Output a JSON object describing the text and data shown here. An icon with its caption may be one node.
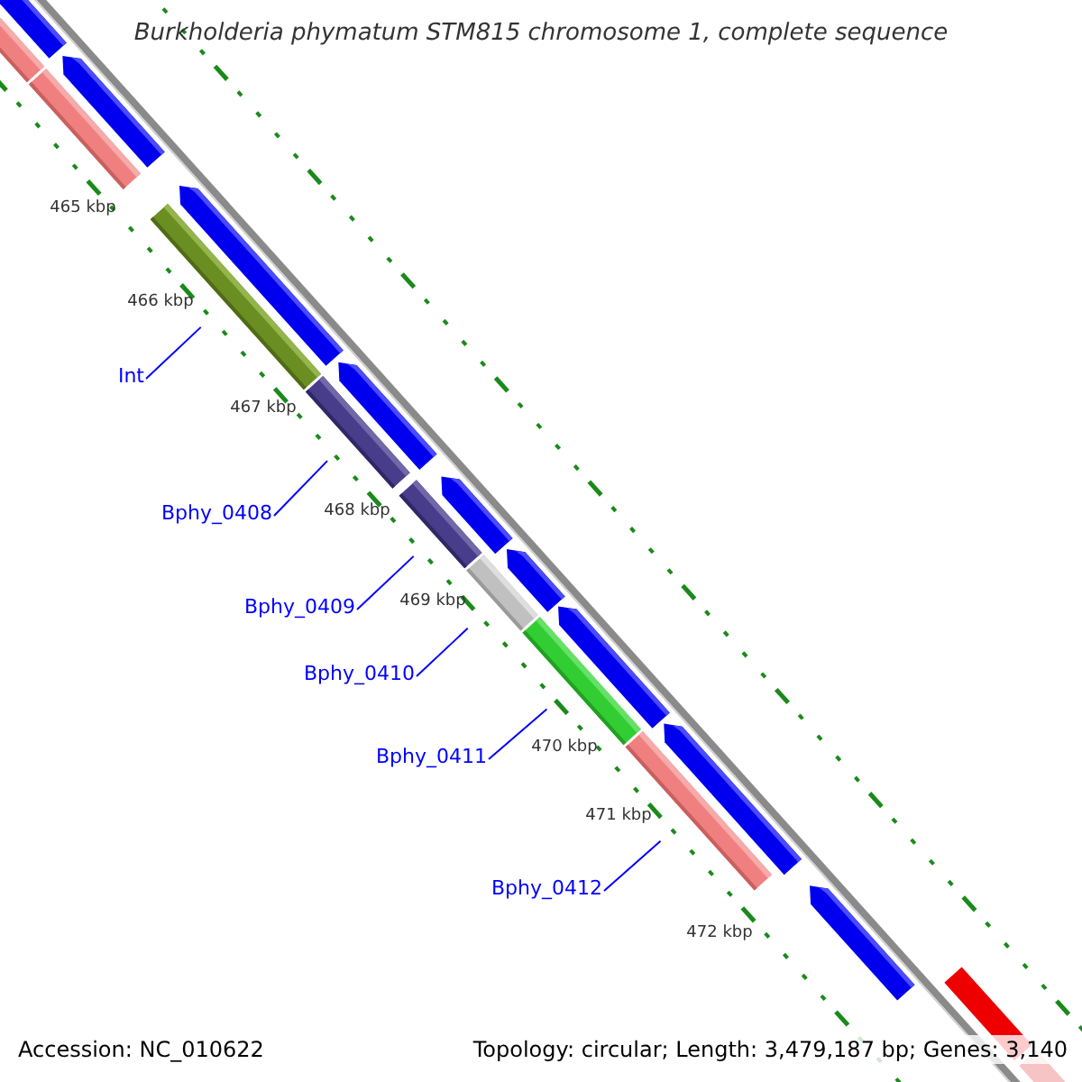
{
  "diagram": {
    "title": "Burkholderia phymatum STM815 chromosome 1, complete sequence",
    "nodes": [
      {
        "text": [
          "Int"
        ]
      },
      {
        "text": [
          "Bphy_0408"
        ]
      },
      {
        "text": [
          "Bphy_0409"
        ]
      },
      {
        "text": [
          "Bphy_0410"
        ]
      },
      {
        "text": [
          "Bphy_0411"
        ]
      },
      {
        "text": [
          "Bphy_0412"
        ]
      }
    ],
    "edges": [
      {
        "from": 0,
        "to": null,
        "arrow": "none"
      },
      {
        "from": 1,
        "to": null,
        "arrow": "none"
      },
      {
        "from": 2,
        "to": null,
        "arrow": "none"
      },
      {
        "from": 3,
        "to": null,
        "arrow": "none"
      },
      {
        "from": 4,
        "to": null,
        "arrow": "none"
      },
      {
        "from": 5,
        "to": null,
        "arrow": "none"
      }
    ],
    "labels": [
      "465 kbp",
      "466 kbp",
      "467 kbp",
      "468 kbp",
      "469 kbp",
      "470 kbp",
      "471 kbp",
      "472 kbp",
      "Accession: NC_010622",
      "Topology: circular; Length: 3,479,187 bp; Genes: 3,140"
    ]
  }
}
